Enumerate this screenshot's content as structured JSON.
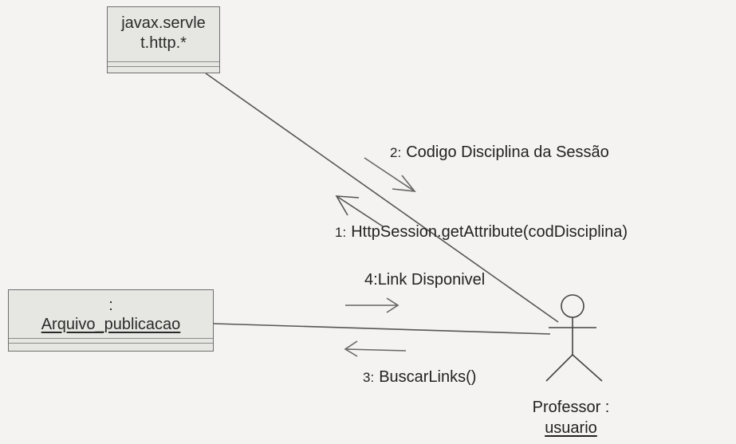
{
  "objects": {
    "servlet": {
      "line1": "javax.servle",
      "line2": "t.http.*"
    },
    "arquivo": {
      "colon": ":",
      "name": "Arquivo_publicacao"
    },
    "actor": {
      "line1": "Professor :",
      "line2": "usuario"
    }
  },
  "messages": [
    {
      "num": "2:",
      "text": "Codigo Disciplina da Sessão"
    },
    {
      "num": "1:",
      "text": "HttpSession.getAttribute(codDisciplina)"
    },
    {
      "num": "4:",
      "text": "Link Disponivel"
    },
    {
      "num": "3:",
      "text": "BuscarLinks()"
    }
  ]
}
